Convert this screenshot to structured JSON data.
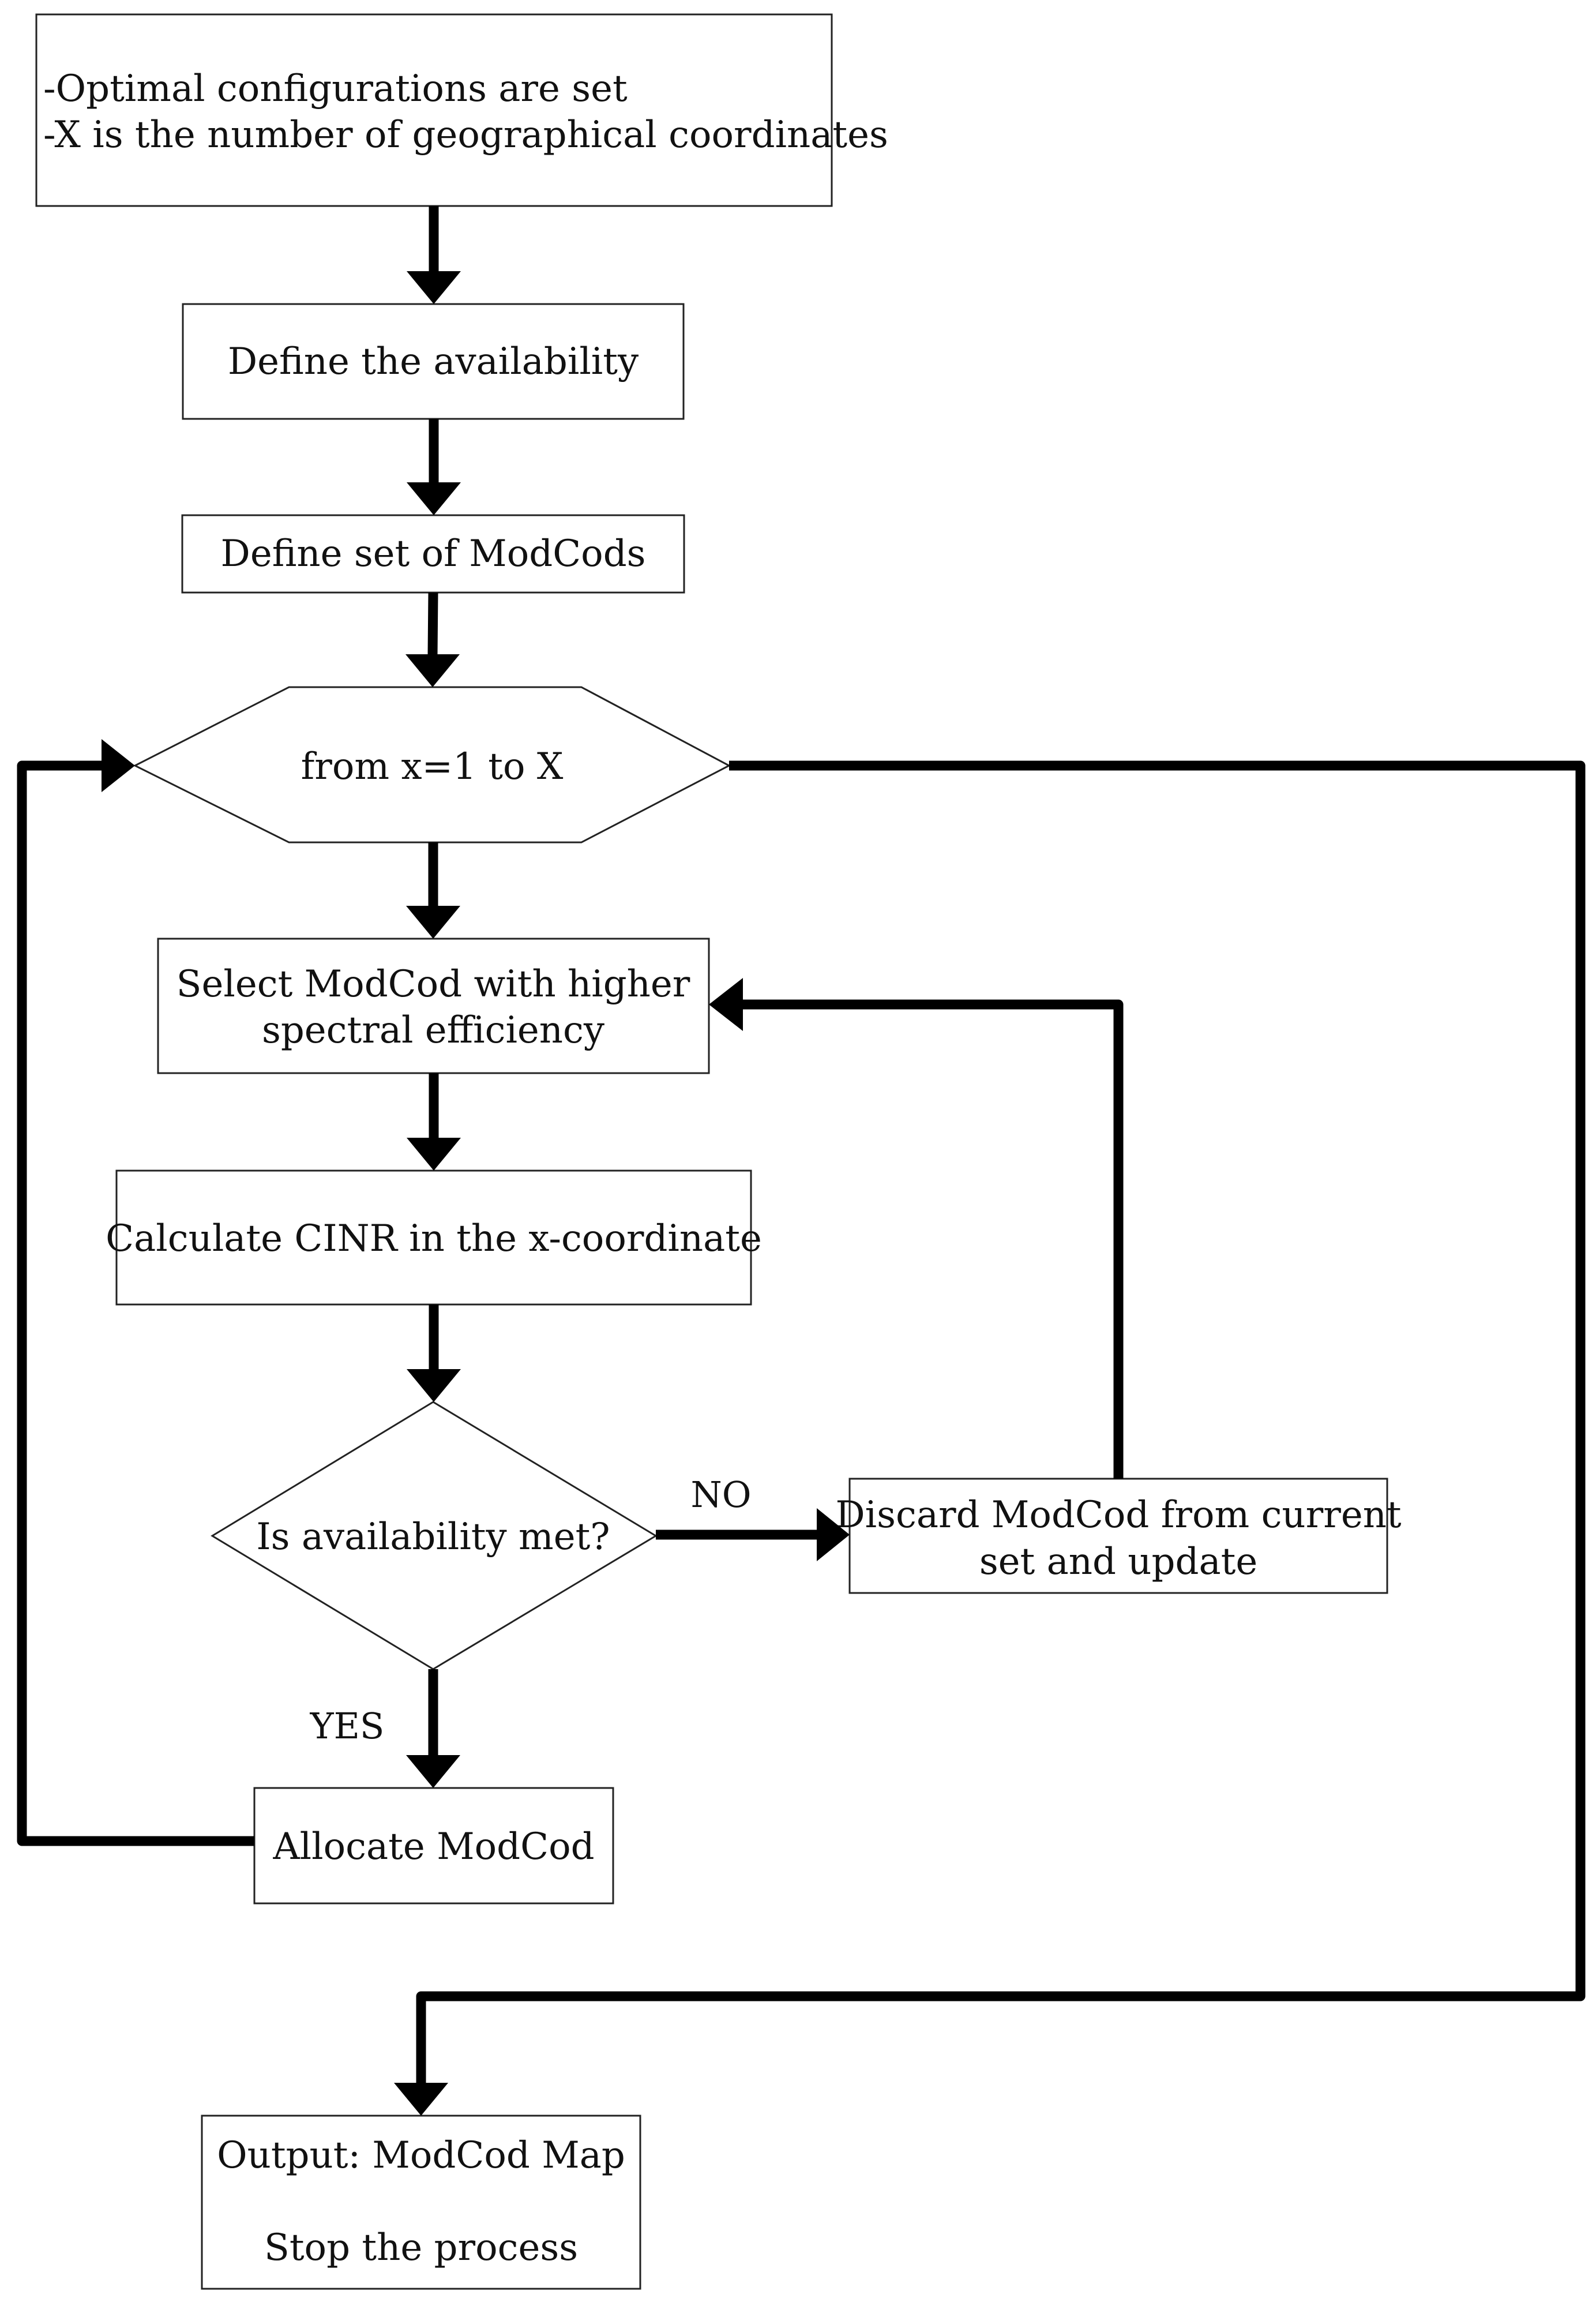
{
  "flowchart": {
    "start": {
      "line1": "-Optimal configurations are set",
      "line2": "-X is the number of geographical coordinates"
    },
    "define_availability": "Define the availability",
    "define_modcods": "Define set of ModCods",
    "loop": "from x=1 to X",
    "select_modcod": {
      "line1": "Select ModCod with higher",
      "line2": "spectral efficiency"
    },
    "calculate_cinr": "Calculate CINR in the x-coordinate",
    "decision": "Is availability met?",
    "no_label": "NO",
    "yes_label": "YES",
    "discard": {
      "line1": "Discard ModCod from current",
      "line2": "set and update"
    },
    "allocate": "Allocate ModCod",
    "output": {
      "line1": "Output: ModCod Map",
      "line2": "Stop the process"
    }
  }
}
